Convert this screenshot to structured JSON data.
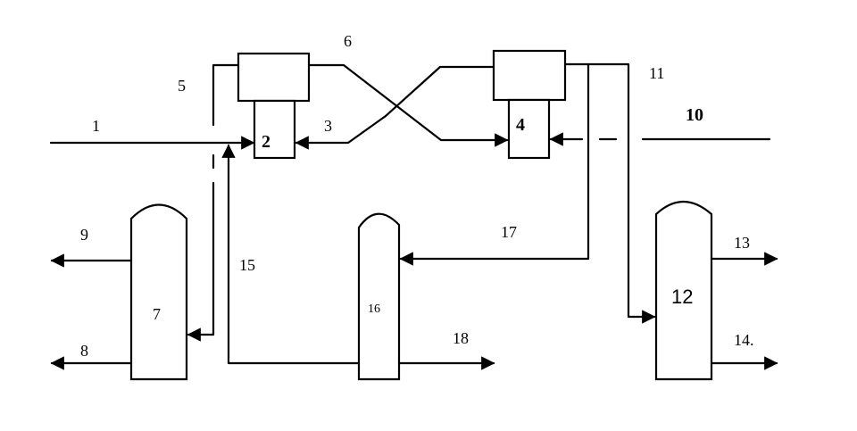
{
  "labels": {
    "n1": "1",
    "n2": "2",
    "n3": "3",
    "n4": "4",
    "n5": "5",
    "n6": "6",
    "n7": "7",
    "n8": "8",
    "n9": "9",
    "n10": "10",
    "n11": "11",
    "n12": "12",
    "n13": "13",
    "n14": "14.",
    "n15": "15",
    "n16": "16",
    "n17": "17",
    "n18": "18"
  }
}
